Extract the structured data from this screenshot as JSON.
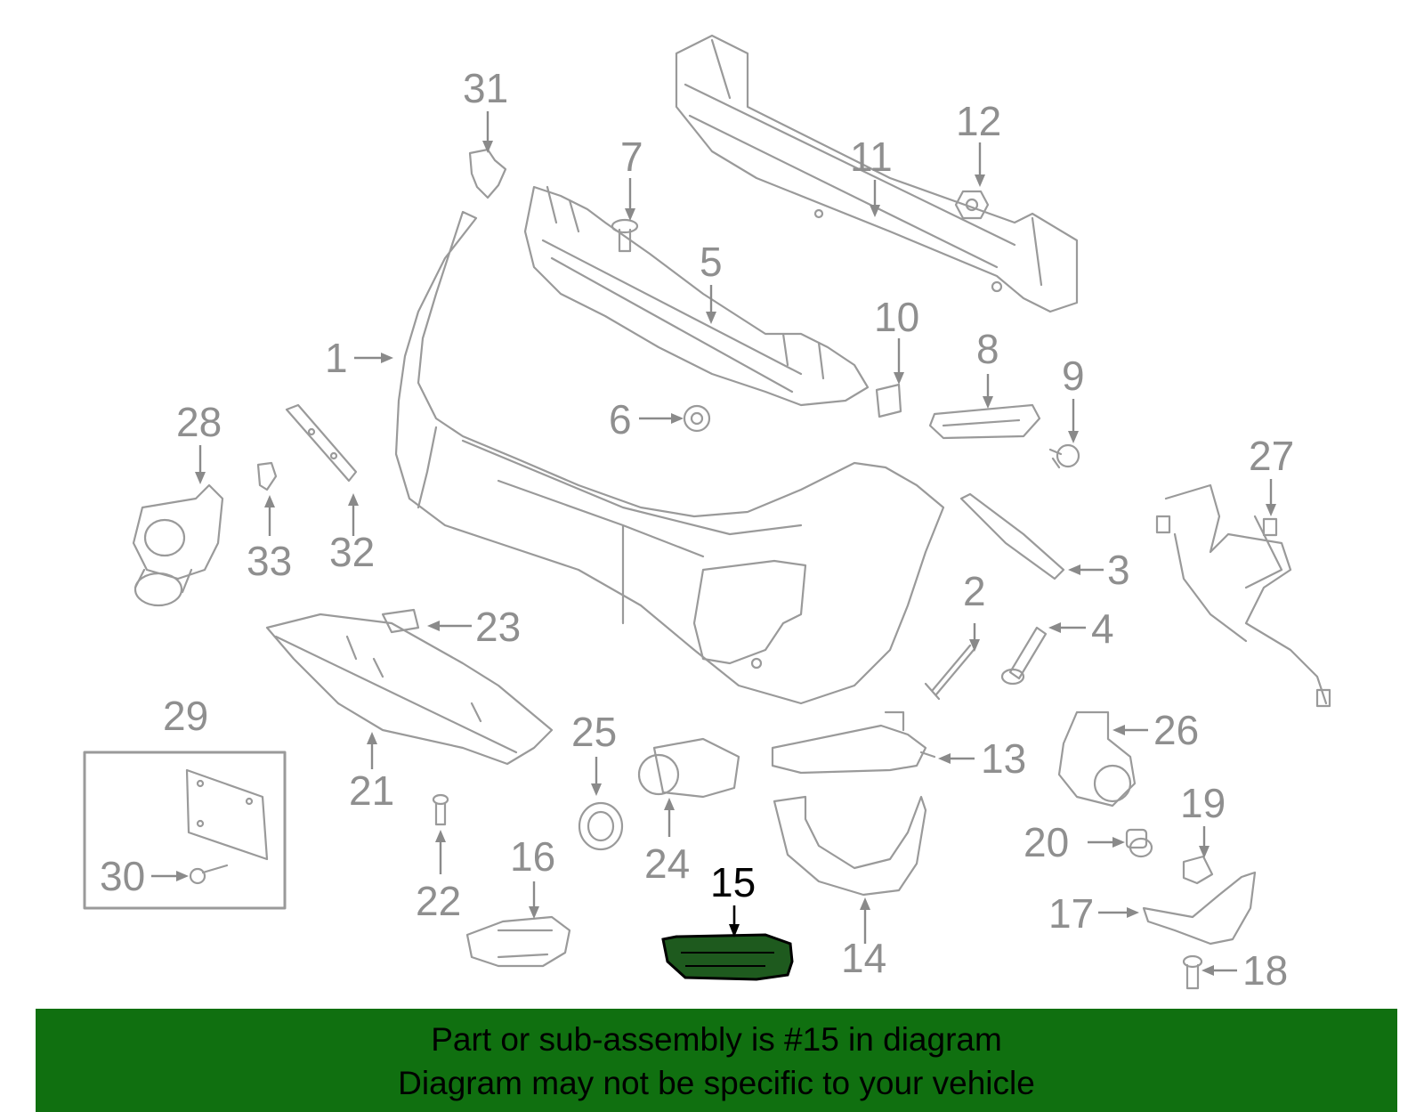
{
  "diagram": {
    "colors": {
      "line": "#9a9a9a",
      "label": "#8f8f8f",
      "highlight": "#000000",
      "banner": "#107010"
    },
    "highlighted_part": "15",
    "callouts": [
      "1",
      "2",
      "3",
      "4",
      "5",
      "6",
      "7",
      "8",
      "9",
      "10",
      "11",
      "12",
      "13",
      "14",
      "15",
      "16",
      "17",
      "18",
      "19",
      "20",
      "21",
      "22",
      "23",
      "24",
      "25",
      "26",
      "27",
      "28",
      "29",
      "30",
      "31",
      "32",
      "33"
    ]
  },
  "banner": {
    "line1": "Part or sub-assembly is #15 in diagram",
    "line2": "Diagram may not be specific to your vehicle"
  }
}
